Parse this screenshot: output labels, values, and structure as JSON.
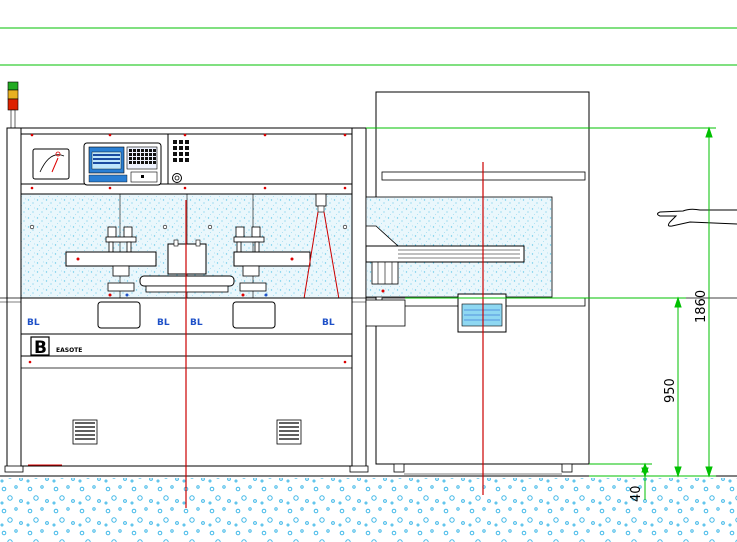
{
  "drawing": {
    "brand_mark": "B",
    "brand_name": "EASOTE",
    "panel_logo": "BL",
    "dimensions": {
      "total_height": "1860",
      "table_height": "950",
      "foot_height": "40"
    }
  },
  "colors": {
    "dimension_line": "#00c000",
    "center_line": "#cc0000",
    "outline": "#000000",
    "panel_blue": "#1e50c8",
    "ground_dots": "#40b8e8",
    "glass_speckle": "#9fdcf0"
  }
}
